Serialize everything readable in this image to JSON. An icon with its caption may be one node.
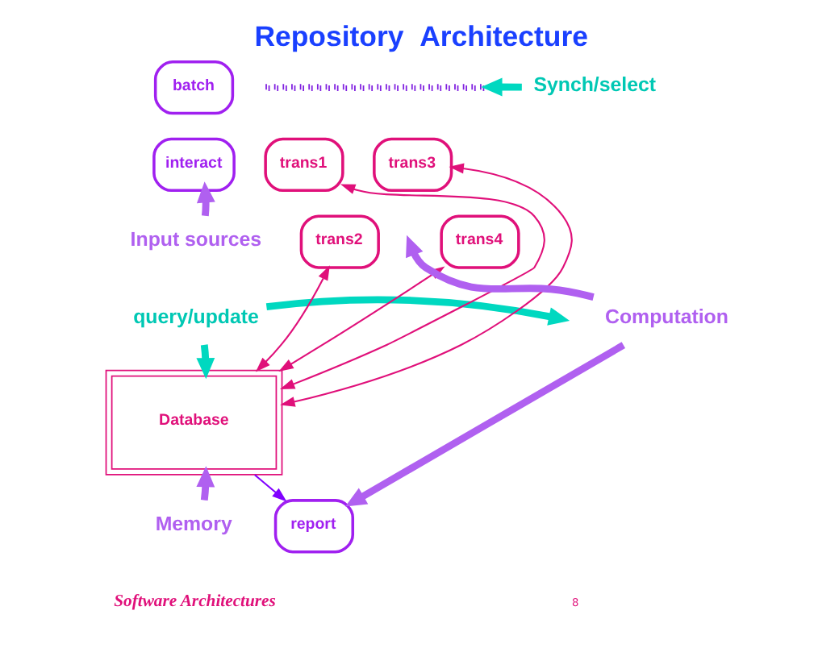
{
  "diagram": {
    "title": "Repository  Architecture",
    "nodes": [
      {
        "text": [
          "batch"
        ]
      },
      {
        "text": [
          "interact"
        ]
      },
      {
        "text": [],
        "shape": "bar"
      },
      {
        "text": [
          "Synch/select"
        ]
      },
      {
        "text": [
          "trans1"
        ]
      },
      {
        "text": [
          "trans2"
        ]
      },
      {
        "text": [
          "trans3"
        ]
      },
      {
        "text": [
          "trans4"
        ]
      },
      {
        "text": [
          "Input sources"
        ]
      },
      {
        "text": [
          "query/update"
        ]
      },
      {
        "text": [
          "Database"
        ]
      },
      {
        "text": [
          "Computation"
        ]
      },
      {
        "text": [
          "report"
        ]
      },
      {
        "text": [
          "Memory"
        ]
      }
    ],
    "edges": [
      {
        "from": 3,
        "to": 2,
        "arrow": "to",
        "color": "#00d8c0"
      },
      {
        "from": 8,
        "to": 1,
        "arrow": "to",
        "color": "#b060f0"
      },
      {
        "from": 9,
        "to": null,
        "arrow": "to",
        "color": "#00d8c0"
      },
      {
        "from": 9,
        "to": 10,
        "arrow": "to",
        "color": "#00d8c0"
      },
      {
        "from": 10,
        "to": 4,
        "arrow": "both",
        "color": "#e0107a"
      },
      {
        "from": 10,
        "to": 5,
        "arrow": "both",
        "color": "#e0107a"
      },
      {
        "from": 10,
        "to": 6,
        "arrow": "both",
        "color": "#e0107a"
      },
      {
        "from": 10,
        "to": 7,
        "arrow": "both",
        "color": "#e0107a"
      },
      {
        "from": 10,
        "to": 12,
        "arrow": "to",
        "color": "#8000ff"
      },
      {
        "from": 11,
        "to": null,
        "arrow": "to",
        "color": "#b060f0"
      },
      {
        "from": 11,
        "to": 12,
        "arrow": "to",
        "color": "#b060f0"
      },
      {
        "from": 13,
        "to": 10,
        "arrow": "to",
        "color": "#b060f0"
      }
    ],
    "labels": [
      "Software Architectures",
      "8"
    ]
  }
}
